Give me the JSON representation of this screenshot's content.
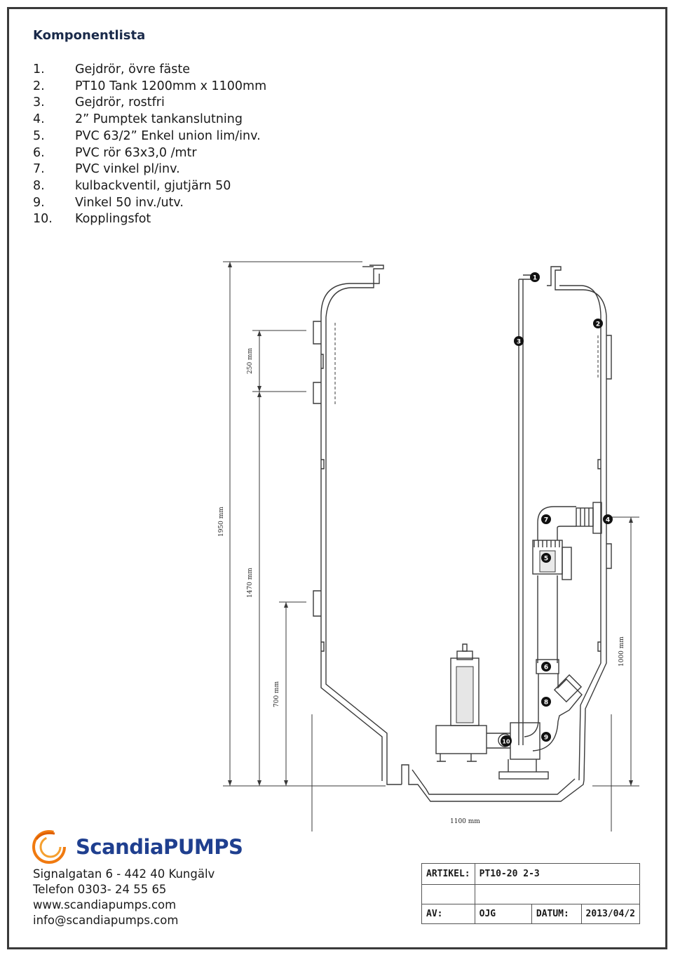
{
  "heading": "Komponentlista",
  "components": [
    {
      "num": "1.",
      "text": "Gejdrör, övre fäste"
    },
    {
      "num": "2.",
      "text": "PT10 Tank 1200mm x 1100mm"
    },
    {
      "num": "3.",
      "text": "Gejdrör, rostfri"
    },
    {
      "num": "4.",
      "text": "2” Pumptek tankanslutning"
    },
    {
      "num": "5.",
      "text": "PVC 63/2” Enkel union lim/inv."
    },
    {
      "num": "6.",
      "text": "PVC rör 63x3,0 /mtr"
    },
    {
      "num": "7.",
      "text": "PVC vinkel pl/inv."
    },
    {
      "num": "8.",
      "text": "kulbackventil, gjutjärn 50"
    },
    {
      "num": "9.",
      "text": "Vinkel 50 inv./utv."
    },
    {
      "num": "10.",
      "text": "Kopplingsfot"
    }
  ],
  "dimensions": {
    "d1950": "1950 mm",
    "d1470": "1470 mm",
    "d250": "250 mm",
    "d700": "700 mm",
    "d1000": "1000 mm",
    "d1100": "1100 mm"
  },
  "badges": [
    "1",
    "2",
    "3",
    "4",
    "5",
    "6",
    "7",
    "8",
    "9",
    "10"
  ],
  "brand": {
    "name": "ScandiaPUMPS",
    "primary_color": "#1f3f8f",
    "accent_color": "#f07a10",
    "logo_icon": "swirl-logo-icon"
  },
  "contact": {
    "address": "Signalgatan 6 - 442 40 Kungälv",
    "phone": "Telefon 0303- 24 55 65",
    "web": "www.scandiapumps.com",
    "email": "info@scandiapumps.com"
  },
  "title_block": {
    "artikel_label": "ARTIKEL:",
    "artikel_value": "PT10-20 2-3",
    "av_label": "AV:",
    "av_value": "OJG",
    "datum_label": "DATUM:",
    "datum_value": "2013/04/2"
  }
}
